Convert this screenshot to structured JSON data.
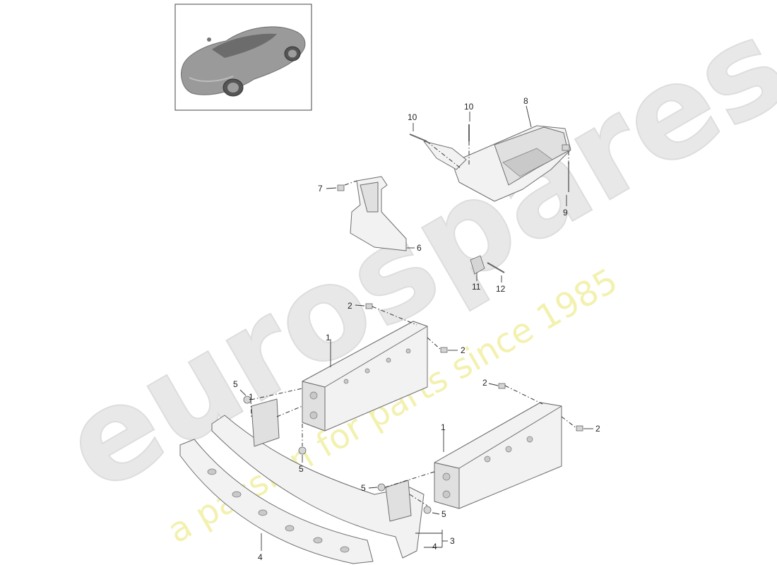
{
  "watermark": {
    "brand": "eurospares",
    "tagline": "a passion for parts since 1985"
  },
  "thumbnail": {
    "icon": "porsche-918-spyder-car-icon"
  },
  "callouts": {
    "c1_left": "1",
    "c1_right": "1",
    "c2_top": "2",
    "c2_mid": "2",
    "c2_right_top": "2",
    "c2_right": "2",
    "c3": "3",
    "c4_bottom": "4",
    "c4_right": "4",
    "c5_left_top": "5",
    "c5_left_bottom": "5",
    "c5_mid": "5",
    "c5_right": "5",
    "c6": "6",
    "c7": "7",
    "c8": "8",
    "c9": "9",
    "c10_left": "10",
    "c10_right": "10",
    "c11": "11",
    "c12": "12",
    "c1_small": "1"
  }
}
